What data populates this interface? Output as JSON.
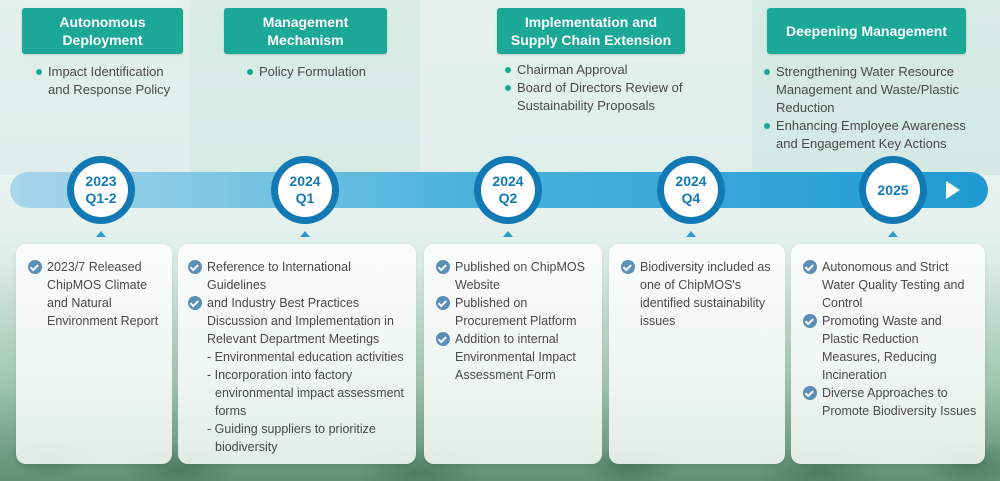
{
  "phases": [
    {
      "title": "Autonomous Deployment",
      "items": [
        "Impact Identification and Response Policy"
      ]
    },
    {
      "title": "Management Mechanism",
      "items": [
        "Policy Formulation"
      ]
    },
    {
      "title": "Implementation and Supply Chain Extension",
      "items": [
        "Chairman Approval",
        "Board of Directors Review of Sustainability Proposals"
      ]
    },
    {
      "title": "Deepening Management",
      "items": [
        "Strengthening Water Resource Management and Waste/Plastic Reduction",
        "Enhancing Employee Awareness and Engagement Key Actions"
      ]
    }
  ],
  "milestones": [
    {
      "year": "2023",
      "period": "Q1-2"
    },
    {
      "year": "2024",
      "period": "Q1"
    },
    {
      "year": "2024",
      "period": "Q2"
    },
    {
      "year": "2024",
      "period": "Q4"
    },
    {
      "year": "2025",
      "period": ""
    }
  ],
  "cards": [
    {
      "items": [
        {
          "text": "2023/7 Released ChipMOS Climate and Natural Environment Report"
        }
      ]
    },
    {
      "items": [
        {
          "text": "Reference to International Guidelines"
        },
        {
          "text": "and Industry Best Practices Discussion and Implementation in Relevant Department Meetings"
        }
      ],
      "subitems": [
        "- Environmental education activities",
        "- Incorporation into factory environmental impact assessment forms",
        "- Guiding suppliers to prioritize biodiversity"
      ]
    },
    {
      "items": [
        {
          "text": "Published on ChipMOS Website"
        },
        {
          "text": "Published on Procurement Platform"
        },
        {
          "text": "Addition to internal Environmental Impact Assessment Form"
        }
      ]
    },
    {
      "items": [
        {
          "text": "Biodiversity included as one of ChipMOS's identified sustainability issues"
        }
      ]
    },
    {
      "items": [
        {
          "text": "Autonomous and Strict Water Quality Testing and Control"
        },
        {
          "text": "Promoting Waste and Plastic Reduction Measures, Reducing Incineration"
        },
        {
          "text": "Diverse Approaches to Promote Biodiversity Issues"
        }
      ]
    }
  ],
  "colors": {
    "header": "#1ba896",
    "node_ring": "#1379b5",
    "timeline": "#1f9ad2",
    "check": "#5a8fb8"
  },
  "icons": {
    "timeline_end": "play-arrow-icon",
    "list_marker": "check-circle-icon"
  }
}
